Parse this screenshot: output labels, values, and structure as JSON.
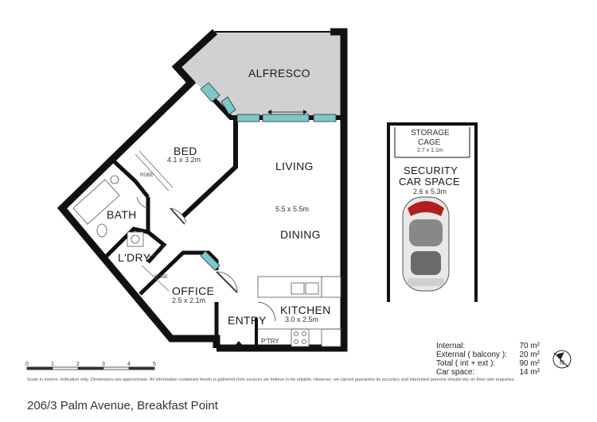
{
  "rooms": {
    "alfresco": "ALFRESCO",
    "bed": "BED",
    "bed_dim": "4.1 x 3.2m",
    "living": "LIVING",
    "living_dim": "5.5 x 5.5m",
    "dining": "DINING",
    "bath": "BATH",
    "laundry": "L'DRY",
    "office": "OFFICE",
    "office_dim": "2.5 x 2.1m",
    "entry": "ENTRY",
    "kitchen": "KITCHEN",
    "kitchen_dim": "3.0 x 2.5m",
    "pantry": "P'TRY",
    "robe_bed": "ROBE",
    "robe_office": "ROBE"
  },
  "parking": {
    "storage_title_1": "STORAGE",
    "storage_title_2": "CAGE",
    "storage_dim": "2.7 x 1.1m",
    "car_title_1": "SECURITY",
    "car_title_2": "CAR SPACE",
    "car_dim": "2.6 x 5.3m"
  },
  "areas": [
    {
      "label": "Internal:",
      "value": "70 m²"
    },
    {
      "label": "External ( balcony ):",
      "value": "20 m²"
    },
    {
      "label": "Total ( int + ext ):",
      "value": "90 m²"
    },
    {
      "label": "Car space:",
      "value": "14 m²"
    }
  ],
  "compass": {
    "letter": "N"
  },
  "scale": {
    "ticks": [
      "0",
      "1",
      "2",
      "3",
      "4",
      "5"
    ]
  },
  "disclaimer": "Scale in metres. Indicative only. Dimensions are approximate. All information contained herein is gathered from sources we believe to be reliable. However, we cannot guarantee its accuracy and interested persons should rely on their own enquiries.",
  "address": "206/3 Palm Avenue, Breakfast Point",
  "colors": {
    "wall": "#111111",
    "alfresco": "#cfd1d3",
    "window": "#7cc7c9"
  }
}
